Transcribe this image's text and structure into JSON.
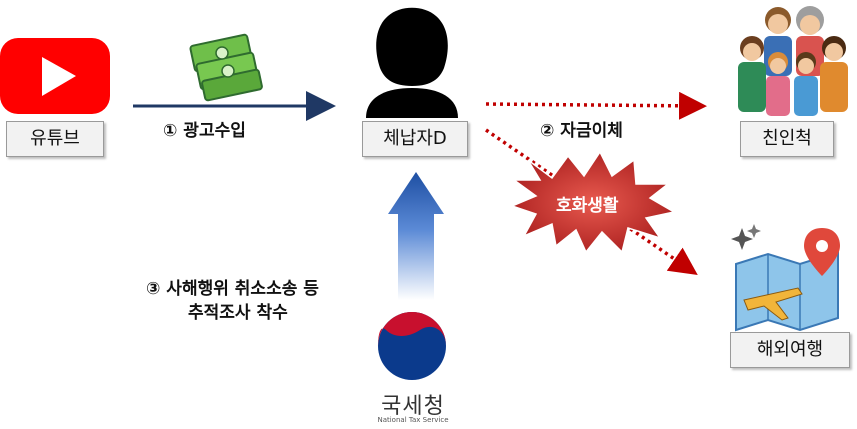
{
  "nodes": {
    "youtube": "유튜브",
    "taxpayer": "체납자D",
    "relatives": "친인척",
    "travel": "해외여행"
  },
  "steps": {
    "ad_income": "① 광고수입",
    "transfer": "② 자금이체",
    "investigation_line1": "③ 사해행위 취소소송 등",
    "investigation_line2": "추적조사 착수"
  },
  "burst_label": "호화생활",
  "nts": {
    "name_ko": "국세청",
    "name_en": "National Tax Service"
  },
  "colors": {
    "youtube_red": "#ff0000",
    "arrow_navy": "#1f3864",
    "dotted_red": "#c00000",
    "burst_fill": "#c0392b",
    "blue_arrow": "#2e62b8"
  }
}
